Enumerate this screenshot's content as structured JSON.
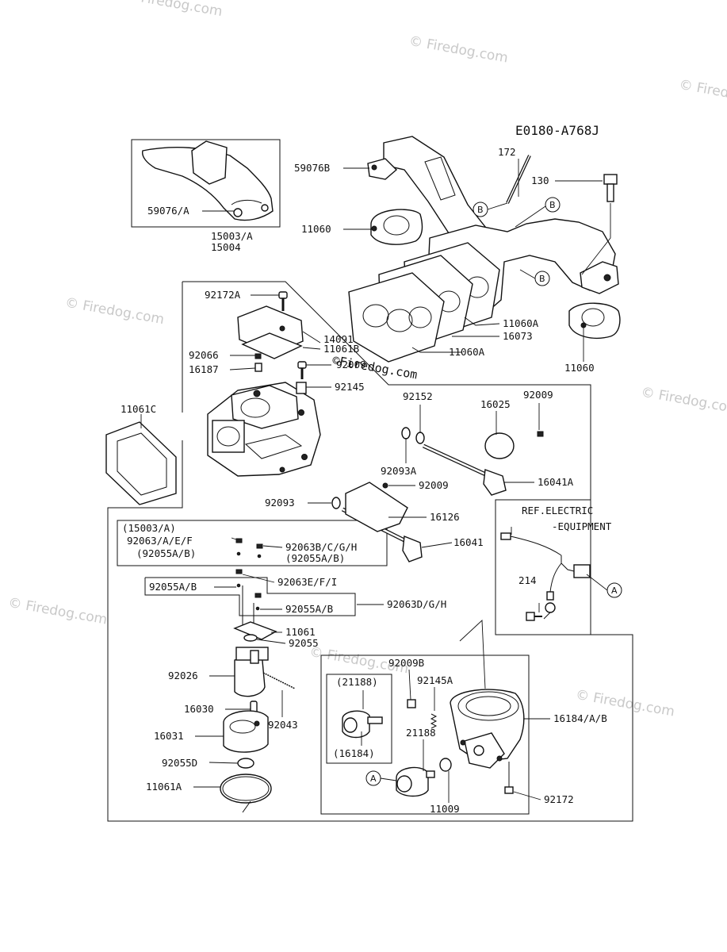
{
  "diagram_code": "E0180-A768J",
  "watermark": "© Firedog.com",
  "watermark_center": "©Firedog.com",
  "callout_letters": {
    "a": "A",
    "b": "B"
  },
  "parts": {
    "p59076b": "59076B",
    "p172": "172",
    "p130": "130",
    "p59076a": "59076/A",
    "p11060_left": "11060",
    "p15003a": "15003/A",
    "p15004": "15004",
    "p92172a": "92172A",
    "p14091": "14091",
    "p11061b": "11061B",
    "p11060a_1": "11060A",
    "p16073": "16073",
    "p11060a_2": "11060A",
    "p11060_right": "11060",
    "p92066": "92066",
    "p92009_mid": "92009",
    "p16187": "16187",
    "p92145": "92145",
    "p92152": "92152",
    "p92009_r": "92009",
    "p16025": "16025",
    "p11061c": "11061C",
    "p92093a": "92093A",
    "p16041a": "16041A",
    "p92009_2": "92009",
    "p92093": "92093",
    "p16126": "16126",
    "p16041": "16041",
    "ref_line1": "REF.ELECTRIC",
    "ref_line2": "-EQUIPMENT",
    "p214": "214",
    "box1_title": "(15003/A)",
    "box1_r1a": "92063/A/E/F",
    "box1_r1b": "92063B/C/G/H",
    "box1_r2a": "(92055A/B)",
    "box1_r2b": "(92055A/B)",
    "p92055ab": "92055A/B",
    "p92063efi": "92063E/F/I",
    "p92055ab_2": "92055A/B",
    "p92063dgh": "92063D/G/H",
    "p11061": "11061",
    "p92055": "92055",
    "p92026": "92026",
    "p16030": "16030",
    "p92043": "92043",
    "p16031": "16031",
    "p92055d": "92055D",
    "p11061a": "11061A",
    "p92009b": "92009B",
    "p21188_paren": "(21188)",
    "p92145a": "92145A",
    "p16184ab": "16184/A/B",
    "p16184_paren": "(16184)",
    "p21188": "21188",
    "p11009": "11009",
    "p92172": "92172"
  }
}
